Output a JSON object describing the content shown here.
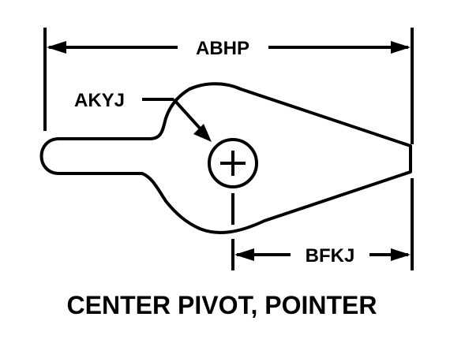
{
  "diagram": {
    "dimensions": {
      "overall_length": "ABHP",
      "neck_callout": "AKYJ",
      "pivot_to_tip": "BFKJ"
    },
    "caption": "CENTER PIVOT, POINTER"
  }
}
